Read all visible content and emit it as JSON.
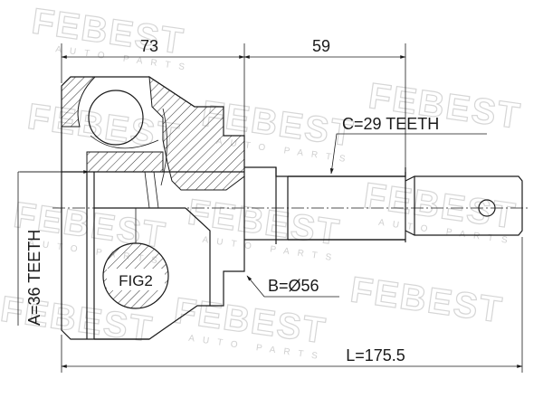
{
  "watermark": {
    "brand": "FEBEST",
    "sub": "AUTO PARTS"
  },
  "dimensions": {
    "housing_length": "73",
    "shaft_length": "59",
    "outer_teeth": "C=29 TEETH",
    "inner_teeth": "A=36 TEETH",
    "diameter": "B=Ø56",
    "total_length": "L=175.5"
  },
  "figure_label": "FIG2",
  "colors": {
    "line": "#1a1a1a",
    "watermark": "#d6d6d6"
  }
}
